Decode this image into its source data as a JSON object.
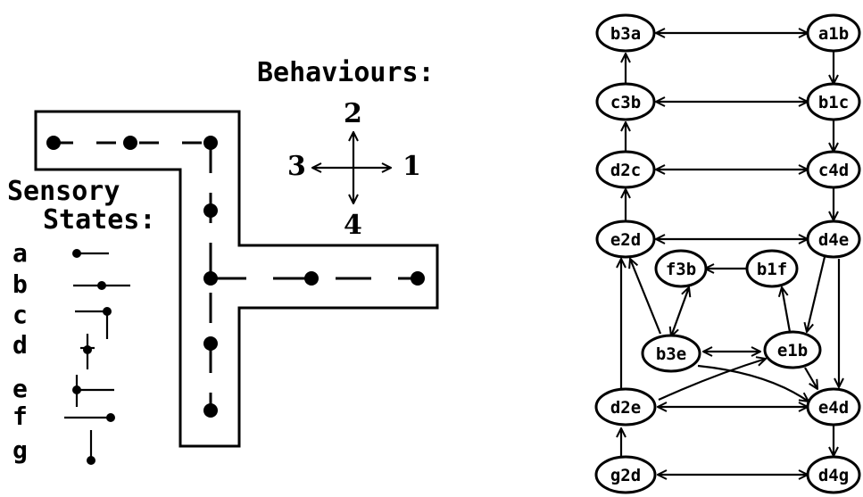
{
  "behaviours_title": "Behaviours:",
  "behaviour_dirs": {
    "up": "2",
    "left": "3",
    "right": "1",
    "down": "4"
  },
  "sensory_title_1": "Sensory",
  "sensory_title_2": "States:",
  "sensory_states": [
    "a",
    "b",
    "c",
    "d",
    "e",
    "f",
    "g"
  ],
  "graph_nodes": {
    "b3a": "b3a",
    "a1b": "a1b",
    "c3b": "c3b",
    "b1c": "b1c",
    "d2c": "d2c",
    "c4d": "c4d",
    "e2d": "e2d",
    "d4e": "d4e",
    "f3b": "f3b",
    "b1f": "b1f",
    "b3e": "b3e",
    "e1b": "e1b",
    "d2e": "d2e",
    "e4d": "e4d",
    "g2d": "g2d",
    "d4g": "d4g"
  }
}
